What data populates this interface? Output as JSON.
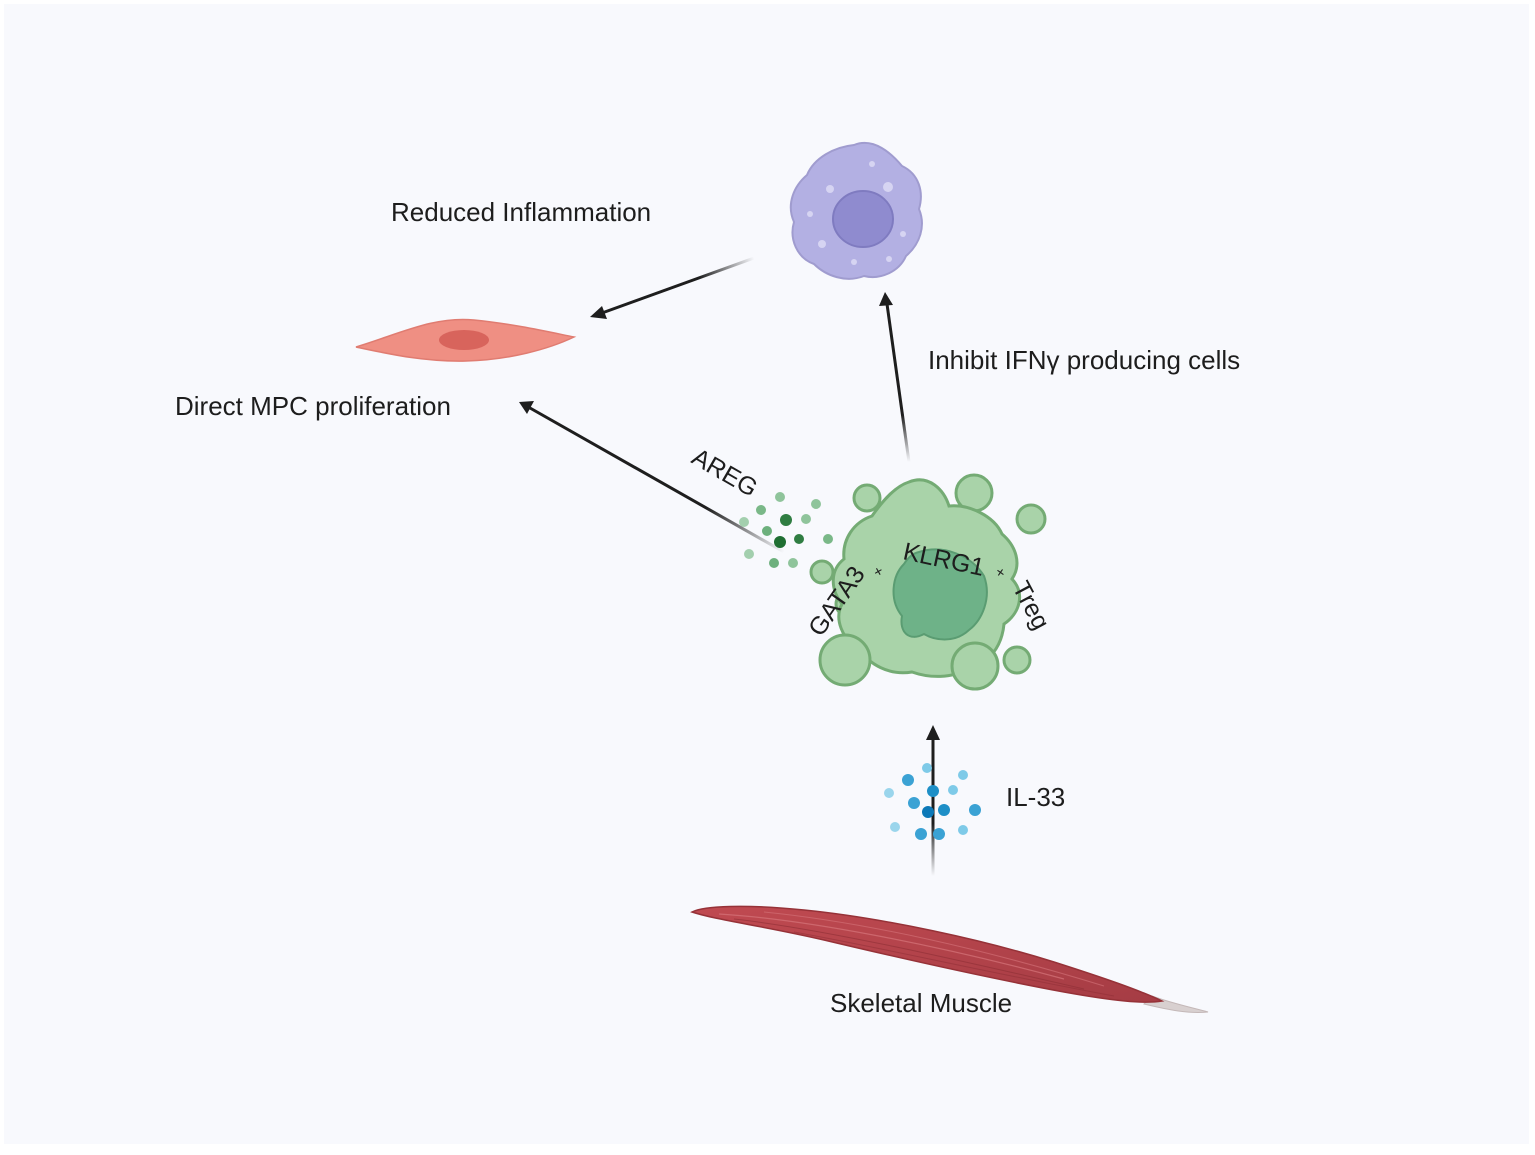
{
  "labels": {
    "reduced_inflammation": "Reduced Inflammation",
    "direct_mpc": "Direct MPC proliferation",
    "inhibit_ifng": "Inhibit IFNγ producing cells",
    "areg": "AREG",
    "treg_gata3": "GATA3",
    "treg_klrg1": "KLRG1",
    "treg_name": "Treg",
    "plus": "+",
    "il33": "IL-33",
    "skeletal_muscle": "Skeletal Muscle"
  },
  "colors": {
    "background": "#f8f9fd",
    "arrow": "#1e1e1e",
    "macrophage": "#b3b0e3",
    "macrophage_nucleus": "#8f8bcf",
    "mpc_cell": "#ef8f83",
    "mpc_nucleus": "#d8645c",
    "treg": "#a9d3a9",
    "treg_outline": "#74ab74",
    "treg_nucleus": "#6eb288",
    "areg_dots": "#4c9a5c",
    "il33_dots": "#3ba2d4",
    "muscle": "#b5474e",
    "tendon": "#d8d0d0"
  },
  "icons": [
    "macrophage-icon",
    "mpc-cell-icon",
    "treg-cell-icon",
    "areg-molecules-icon",
    "il33-molecules-icon",
    "skeletal-muscle-icon"
  ]
}
